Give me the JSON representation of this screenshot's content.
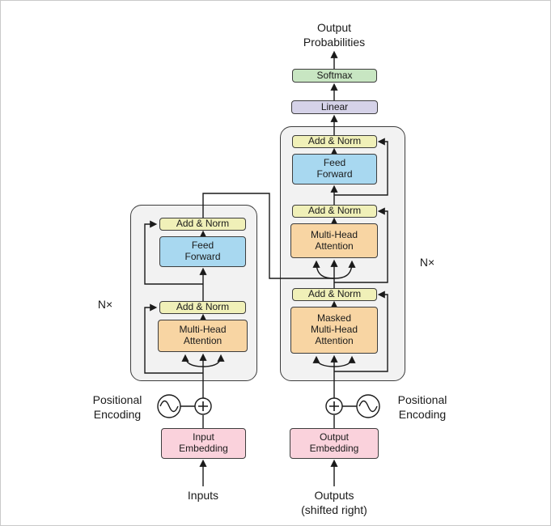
{
  "diagram": {
    "output_probabilities": "Output\nProbabilities",
    "softmax": "Softmax",
    "linear": "Linear",
    "add_norm": "Add & Norm",
    "feed_forward": "Feed\nForward",
    "multi_head_attention": "Multi-Head\nAttention",
    "masked_multi_head_attention": "Masked\nMulti-Head\nAttention",
    "input_embedding": "Input\nEmbedding",
    "output_embedding": "Output\nEmbedding",
    "inputs": "Inputs",
    "outputs": "Outputs\n(shifted right)",
    "n_times": "N×",
    "positional_encoding": "Positional\nEncoding"
  },
  "colors": {
    "softmax": "#c8e6c2",
    "linear": "#d5d2e8",
    "add_norm": "#f0f0b8",
    "feed_forward": "#a8d8f0",
    "attention": "#f8d5a3",
    "embedding": "#fad2dc",
    "block_bg": "#f2f2f2",
    "line": "#1a1a1a"
  }
}
